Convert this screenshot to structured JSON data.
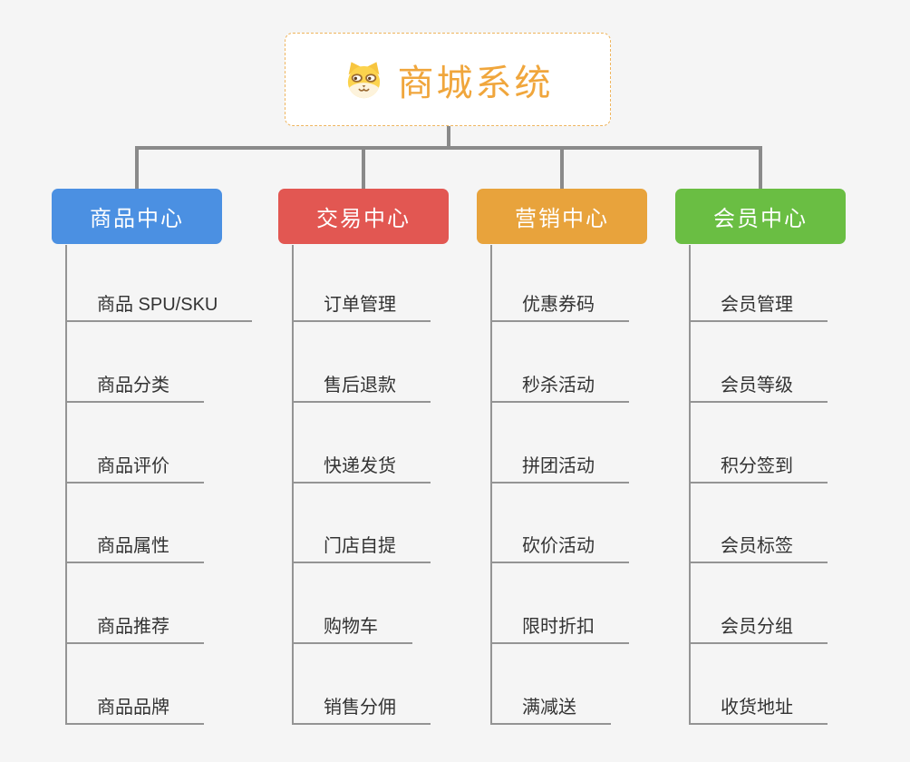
{
  "page": {
    "background_color": "#f5f5f5",
    "connector_color": "#8a8a8a",
    "leaf_line_color": "#949494"
  },
  "root": {
    "title": "商城系统",
    "icon": "dog-face-icon",
    "title_color": "#f0a63c",
    "border_color": "#efb55e"
  },
  "branches": [
    {
      "label": "商品中心",
      "color": "#4b90e2",
      "items": [
        "商品 SPU/SKU",
        "商品分类",
        "商品评价",
        "商品属性",
        "商品推荐",
        "商品品牌"
      ]
    },
    {
      "label": "交易中心",
      "color": "#e25752",
      "items": [
        "订单管理",
        "售后退款",
        "快递发货",
        "门店自提",
        "购物车",
        "销售分佣"
      ]
    },
    {
      "label": "营销中心",
      "color": "#e8a33c",
      "items": [
        "优惠券码",
        "秒杀活动",
        "拼团活动",
        "砍价活动",
        "限时折扣",
        "满减送"
      ]
    },
    {
      "label": "会员中心",
      "color": "#6abe43",
      "items": [
        "会员管理",
        "会员等级",
        "积分签到",
        "会员标签",
        "会员分组",
        "收货地址"
      ]
    }
  ]
}
